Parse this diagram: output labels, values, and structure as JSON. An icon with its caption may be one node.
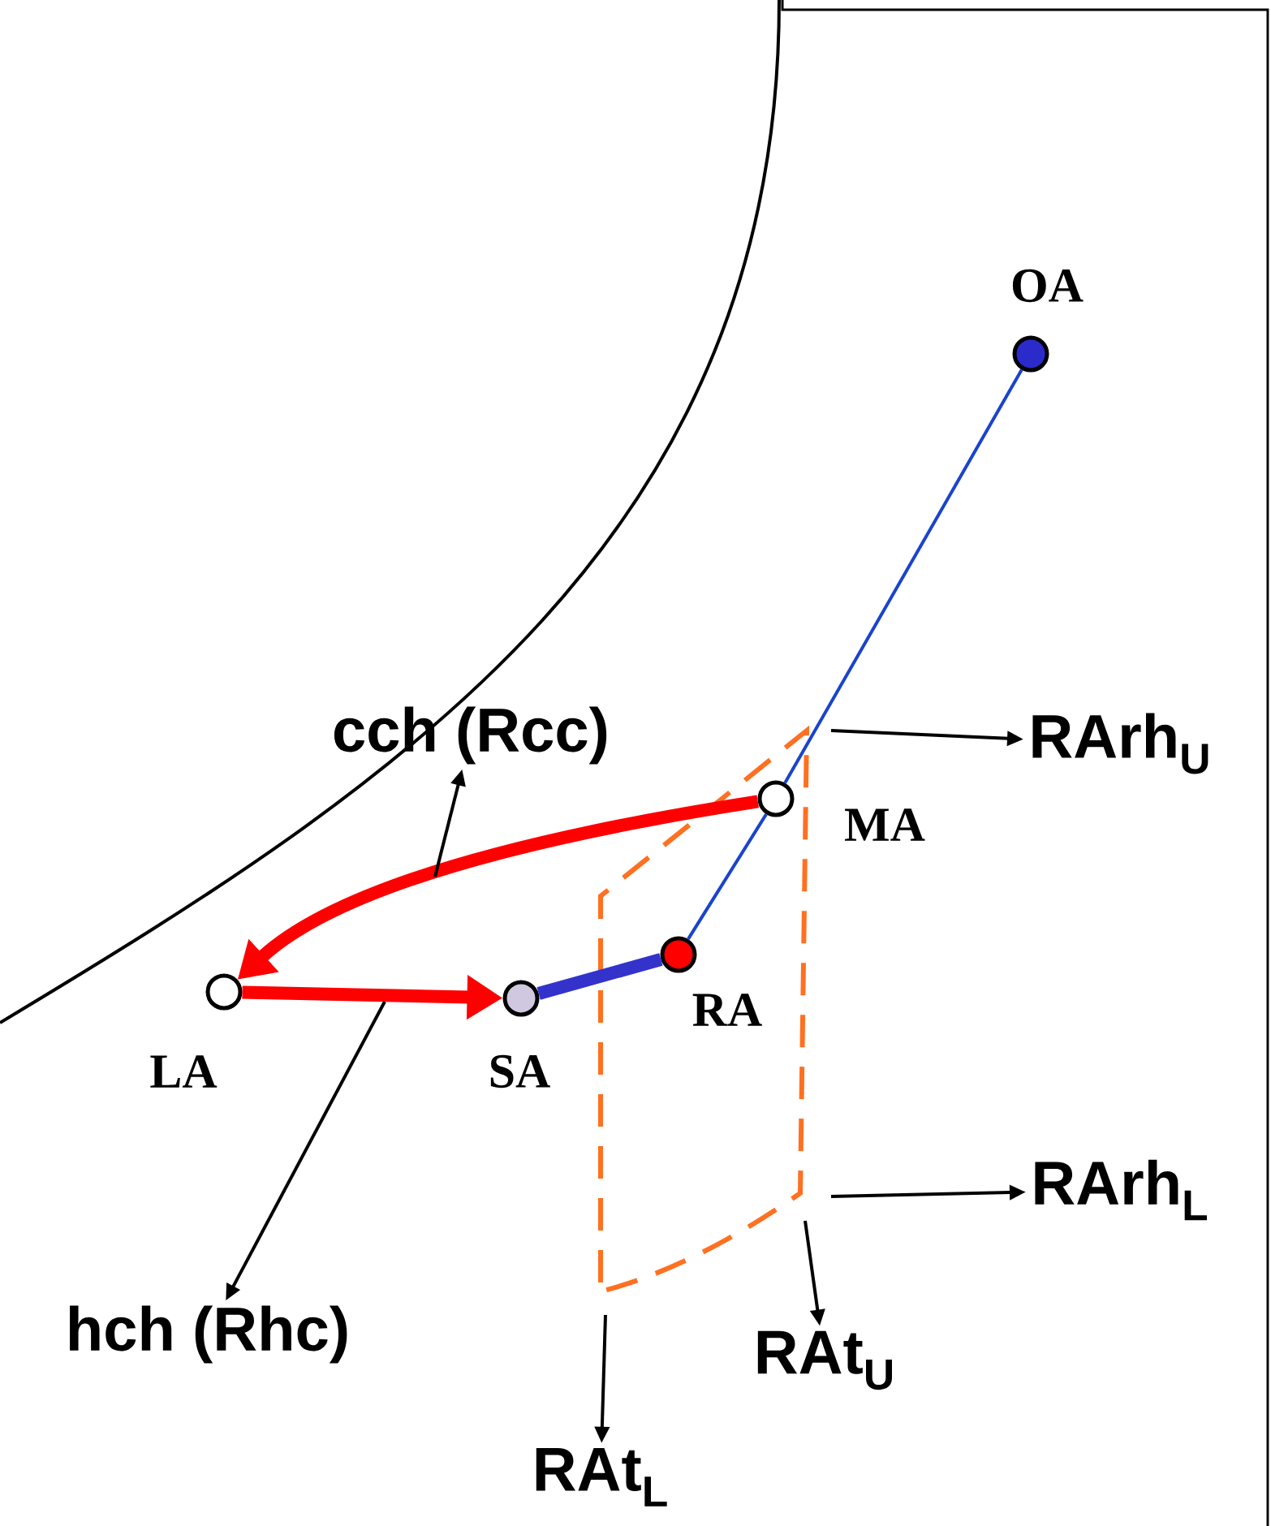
{
  "diagram": {
    "nodes": [
      {
        "text": [
          "OA"
        ]
      },
      {
        "text": [
          "MA"
        ]
      },
      {
        "text": [
          "RA"
        ]
      },
      {
        "text": [
          "SA"
        ]
      },
      {
        "text": [
          "LA"
        ]
      },
      {
        "text": [
          "cch (Rcc)"
        ]
      },
      {
        "text": [
          "hch (Rhc)"
        ]
      },
      {
        "text": [
          "RArh$_{U}$"
        ]
      },
      {
        "text": [
          "RArh$_{L}$"
        ]
      },
      {
        "text": [
          "RAt$_{U}$"
        ]
      },
      {
        "text": [
          "RAt$_{L}$"
        ]
      }
    ],
    "edges": [
      {
        "from": 0,
        "to": 1,
        "arrow": "none",
        "color": "#1a44cc"
      },
      {
        "from": 1,
        "to": 2,
        "arrow": "none",
        "color": "#1a44cc"
      },
      {
        "from": 2,
        "to": 3,
        "arrow": "none",
        "style": "thick",
        "color": "#3333cc"
      },
      {
        "from": 1,
        "to": 4,
        "arrow": "to",
        "style": "thick",
        "color": "#ff0000"
      },
      {
        "from": 4,
        "to": 3,
        "arrow": "to",
        "style": "thick",
        "color": "#ff0000"
      },
      {
        "from": null,
        "to": 5,
        "arrow": "to"
      },
      {
        "from": null,
        "to": 6,
        "arrow": "to"
      },
      {
        "from": null,
        "to": 7,
        "arrow": "to"
      },
      {
        "from": null,
        "to": 8,
        "arrow": "to"
      },
      {
        "from": null,
        "to": 9,
        "arrow": "to"
      },
      {
        "from": null,
        "to": 10,
        "arrow": "to"
      }
    ]
  }
}
